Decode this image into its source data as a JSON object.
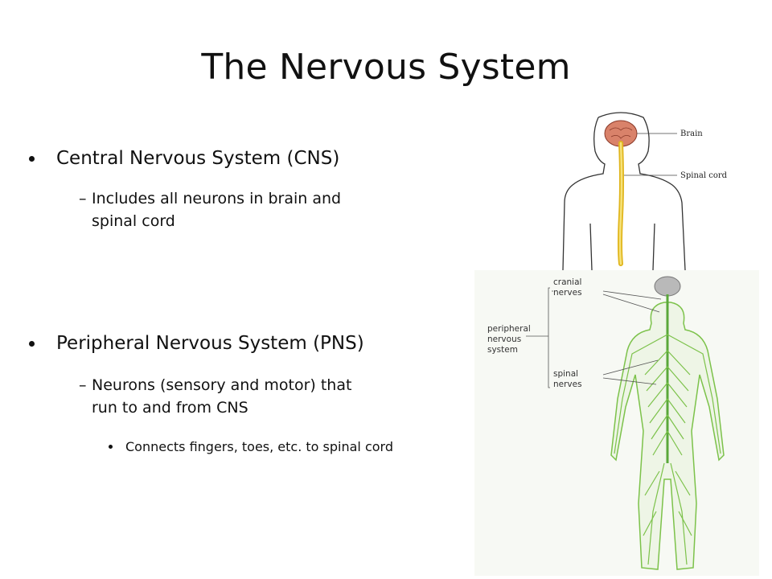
{
  "slide": {
    "title": "The Nervous System",
    "bullets": [
      {
        "text": "Central Nervous System (CNS)",
        "sub": [
          {
            "text_line1": "Includes all neurons in brain and",
            "text_line2": "spinal cord"
          }
        ]
      },
      {
        "text": "Peripheral Nervous System (PNS)",
        "sub": [
          {
            "text_line1": "Neurons (sensory and motor) that",
            "text_line2": "run to and from CNS",
            "sub": [
              {
                "text": "Connects fingers, toes, etc. to spinal cord"
              }
            ]
          }
        ]
      }
    ]
  },
  "figures": {
    "cns_figure": {
      "brain_label": "Brain",
      "spinal_cord_label": "Spinal cord"
    },
    "pns_figure": {
      "cranial_label_1": "cranial",
      "cranial_label_2": "nerves",
      "peripheral_label_1": "peripheral",
      "peripheral_label_2": "nervous",
      "peripheral_label_3": "system",
      "spinal_label_1": "spinal",
      "spinal_label_2": "nerves"
    }
  },
  "colors": {
    "nerve_green": "#7cc24a",
    "brain_pink": "#d9826a",
    "spinal_yellow": "#f1d23c"
  },
  "icons": [
    "bullet-dot-icon",
    "dash-icon"
  ]
}
